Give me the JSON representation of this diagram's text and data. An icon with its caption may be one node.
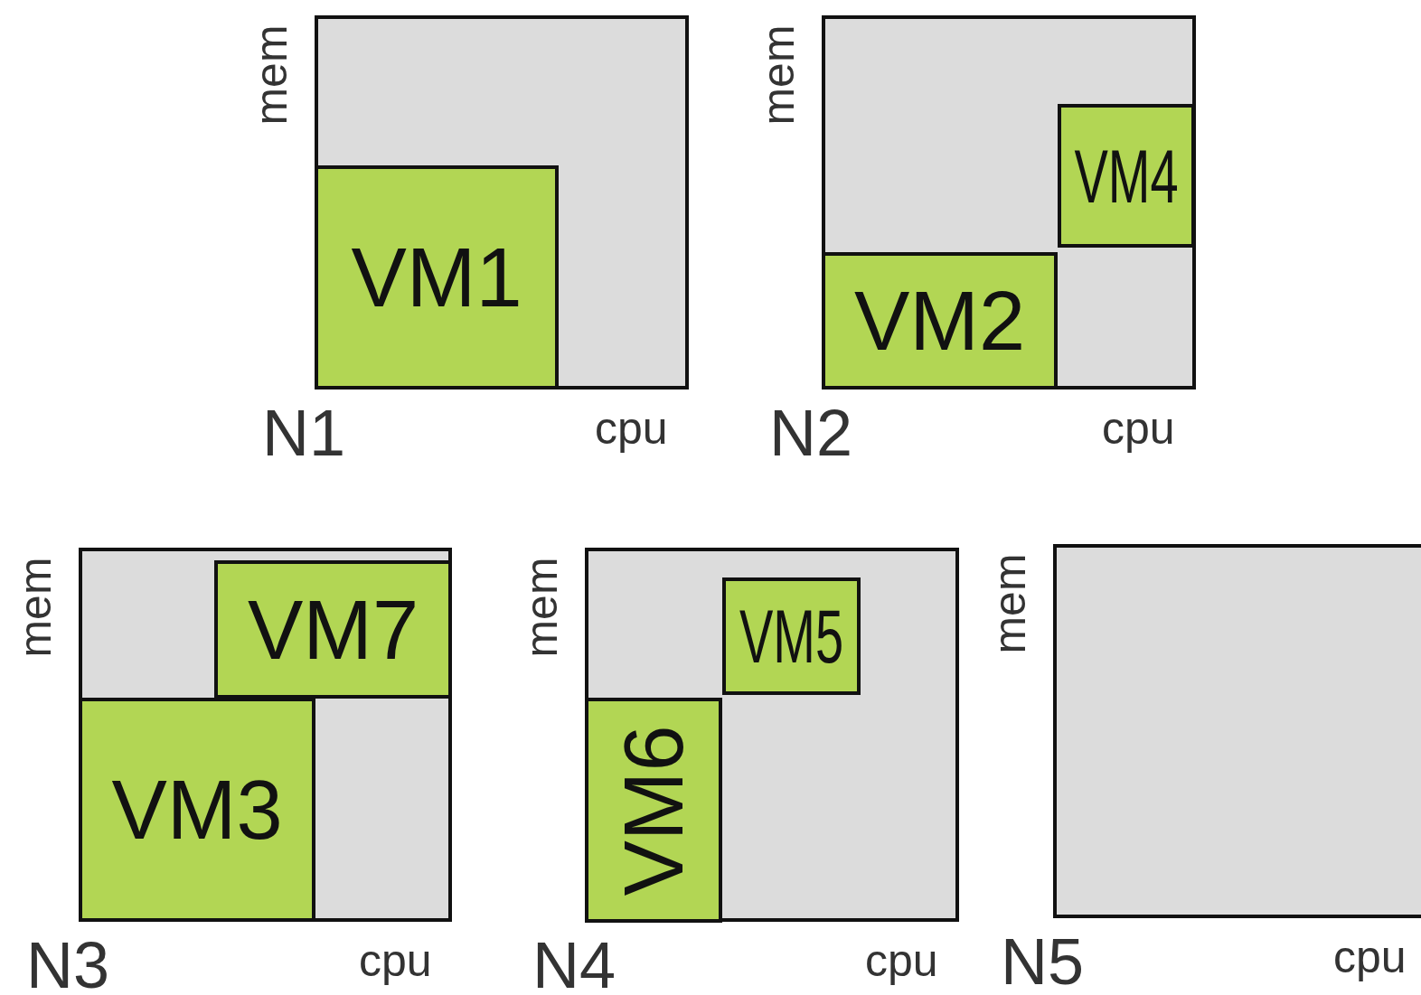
{
  "diagram": {
    "nodes": [
      {
        "text": [
          "N1"
        ],
        "beside": [
          "mem",
          "cpu"
        ]
      },
      {
        "text": [
          "VM1"
        ],
        "in": 0
      },
      {
        "text": [
          "N2"
        ],
        "beside": [
          "mem",
          "cpu"
        ]
      },
      {
        "text": [
          "VM4"
        ],
        "in": 2
      },
      {
        "text": [
          "VM2"
        ],
        "in": 2
      },
      {
        "text": [
          "N3"
        ],
        "beside": [
          "mem",
          "cpu"
        ]
      },
      {
        "text": [
          "VM7"
        ],
        "in": 5
      },
      {
        "text": [
          "VM3"
        ],
        "in": 5
      },
      {
        "text": [
          "N4"
        ],
        "beside": [
          "mem",
          "cpu"
        ]
      },
      {
        "text": [
          "VM5"
        ],
        "in": 8
      },
      {
        "text": [
          "VM6"
        ],
        "in": 8
      },
      {
        "text": [
          "N5"
        ],
        "beside": [
          "mem",
          "cpu"
        ]
      }
    ]
  }
}
